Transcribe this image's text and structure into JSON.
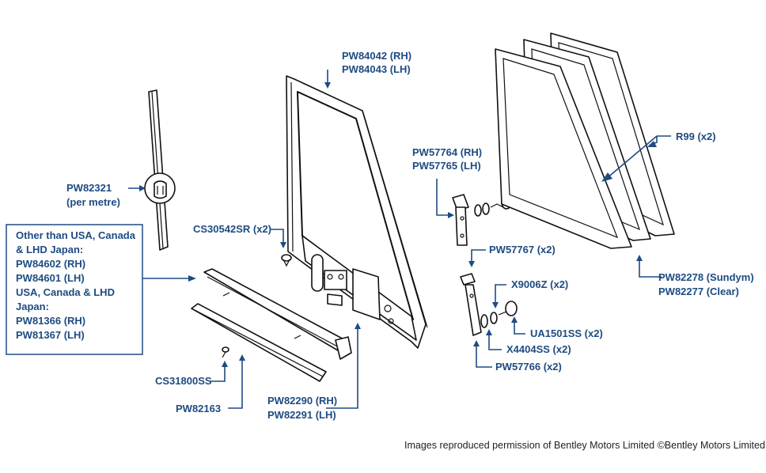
{
  "labels": {
    "door_frame": [
      "PW84042 (RH)",
      "PW84043 (LH)"
    ],
    "channel": [
      "PW82321",
      "(per metre)"
    ],
    "export_box": [
      "Other than USA, Canada",
      "& LHD Japan:",
      "PW84602 (RH)",
      "PW84601 (LH)",
      "USA, Canada & LHD",
      "Japan:",
      "PW81366 (RH)",
      "PW81367 (LH)"
    ],
    "screw": "CS30542SR (x2)",
    "bracket_top": [
      "PW57764 (RH)",
      "PW57765 (LH)"
    ],
    "bracket_pin": "PW57767 (x2)",
    "washer": "X9006Z (x2)",
    "nut": "UA1501SS (x2)",
    "spacer": "X4404SS (x2)",
    "bracket_low": "PW57766 (x2)",
    "seal": "R99 (x2)",
    "glass": [
      "PW82278 (Sundym)",
      "PW82277 (Clear)"
    ],
    "small_screw": "CS31800SS",
    "strip": "PW82163",
    "base_channel": [
      "PW82290 (RH)",
      "PW82291 (LH)"
    ]
  },
  "credit": "Images reproduced permission of Bentley Motors Limited ©Bentley Motors Limited",
  "colors": {
    "label": "#1e4b82",
    "line": "#111111"
  }
}
